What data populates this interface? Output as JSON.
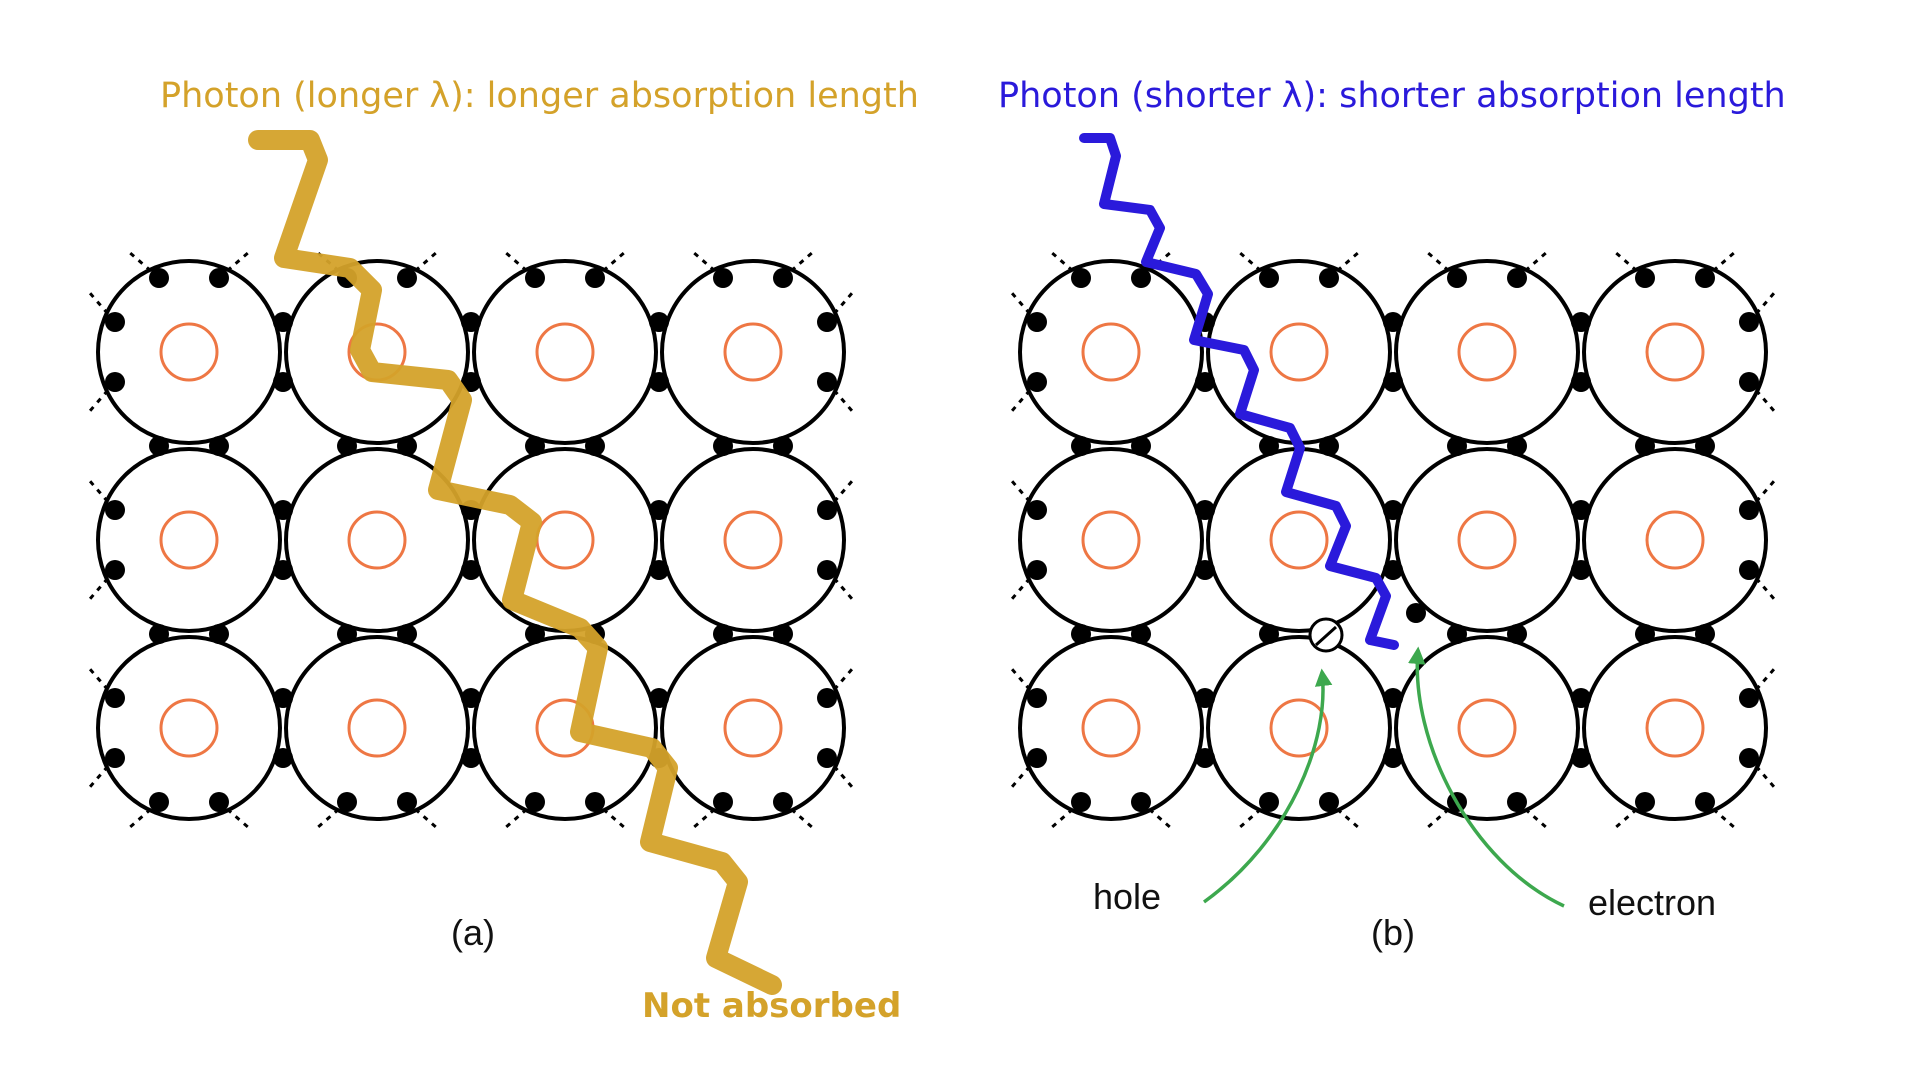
{
  "panel_a": {
    "title": "Photon (longer λ): longer absorption length",
    "annotation": "Not absorbed",
    "caption": "(a)"
  },
  "panel_b": {
    "title": "Photon (shorter λ): shorter absorption length",
    "caption": "(b)",
    "hole_label": "hole",
    "electron_label": "electron"
  },
  "lattice": {
    "rows": 3,
    "columns": 4
  },
  "colors": {
    "long_photon": "#D4A22A",
    "short_photon": "#2A1ADB",
    "nucleus": "#EE7744",
    "bond": "#000000",
    "arrow": "#3DA84E"
  }
}
